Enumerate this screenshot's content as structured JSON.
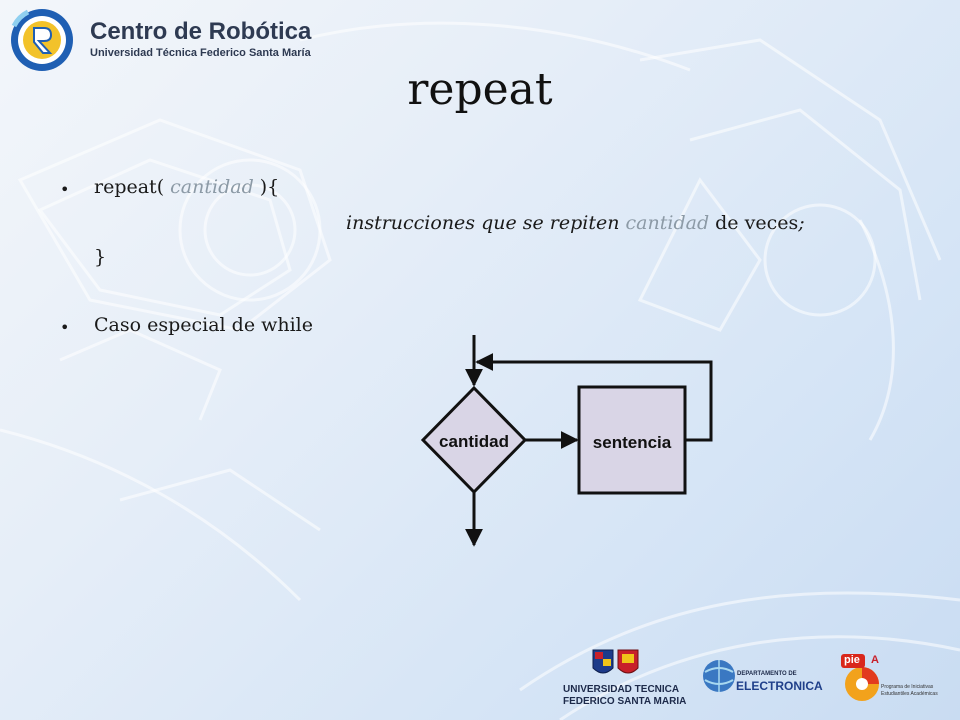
{
  "header": {
    "logo_title": "Centro de Robótica",
    "logo_subtitle": "Universidad Técnica Federico Santa María"
  },
  "slide": {
    "title": "repeat",
    "code": {
      "line1_prefix": "repeat( ",
      "line1_param": "cantidad",
      "line1_suffix": " ){",
      "line2_a": "instrucciones que se repiten ",
      "line2_param": "cantidad",
      "line2_b": " de veces",
      "line2_c": ";",
      "line3": "}"
    },
    "bullet2": "Caso especial de while"
  },
  "diagram": {
    "decision_label": "cantidad",
    "process_label": "sentencia"
  },
  "footer": {
    "utfsm_line1": "UNIVERSIDAD TECNICA",
    "utfsm_line2": "FEDERICO SANTA MARIA",
    "depto_small": "DEPARTAMENTO DE",
    "depto_big": "ELECTRONICA",
    "piea_logo": "pie",
    "piea_logo_a": "A",
    "piea_line1": "Programa de Iniciativas",
    "piea_line2": "Estudiantiles Académicas"
  }
}
